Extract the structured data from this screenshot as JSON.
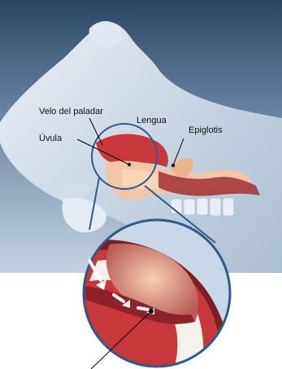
{
  "labels": {
    "velo": "Velo del paladar",
    "uvula": "Úvula",
    "lengua": "Lengua",
    "epiglotis": "Epiglotis"
  },
  "colors": {
    "background_top": "#2f4b68",
    "background_bottom": "#c9d8e6",
    "skin_light": "#e8eef5",
    "skin_shadow": "#9fb4c9",
    "palate_red": "#c8383a",
    "tongue_pink": "#f2c7a8",
    "tongue_inner": "#f6d6b5",
    "throat_dark": "#7a1f24",
    "lens_border": "#2d5b8c",
    "airflow_arrow": "#ffffff",
    "leader_line": "#000000"
  },
  "icons": {
    "airflow": "white-arrow-icon",
    "magnifier": "circle-lens-icon"
  }
}
